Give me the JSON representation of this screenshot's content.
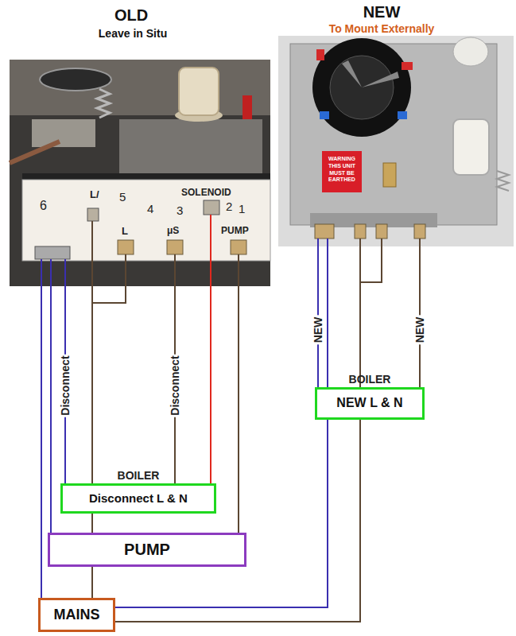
{
  "diagram": {
    "nodes": [
      {
        "text": [
          "OLD",
          "Leave in Situ"
        ]
      },
      {
        "text": [
          "NEW",
          "To Mount Externally"
        ]
      },
      {
        "text": [
          "BOILER",
          "NEW L & N"
        ]
      },
      {
        "text": [
          "BOILER",
          "Disconnect L & N"
        ]
      },
      {
        "text": [
          "PUMP"
        ]
      },
      {
        "text": [
          "MAINS"
        ]
      }
    ],
    "edges": [
      {
        "from": 0,
        "to": 5,
        "arrow": "none"
      },
      {
        "from": 0,
        "to": 4,
        "arrow": "none"
      },
      {
        "from": 0,
        "to": 3,
        "arrow": "none",
        "label": "Disconnect"
      },
      {
        "from": 0,
        "to": 5,
        "arrow": "none"
      },
      {
        "from": 0,
        "to": 3,
        "arrow": "none",
        "label": "Disconnect"
      },
      {
        "from": 0,
        "to": 3,
        "arrow": "none"
      },
      {
        "from": 0,
        "to": 4,
        "arrow": "none"
      },
      {
        "from": 1,
        "to": 2,
        "arrow": "none",
        "label": "NEW"
      },
      {
        "from": 1,
        "to": 5,
        "arrow": "none"
      },
      {
        "from": 1,
        "to": 5,
        "arrow": "none"
      },
      {
        "from": 1,
        "to": 2,
        "arrow": "none",
        "label": "NEW"
      }
    ],
    "labels": [
      "L/",
      "5",
      "SOLENOID",
      "2",
      "6",
      "L",
      "4",
      "3",
      "μS",
      "PUMP",
      "1",
      "WARNING THIS UNIT MUST BE EARTHED"
    ]
  }
}
